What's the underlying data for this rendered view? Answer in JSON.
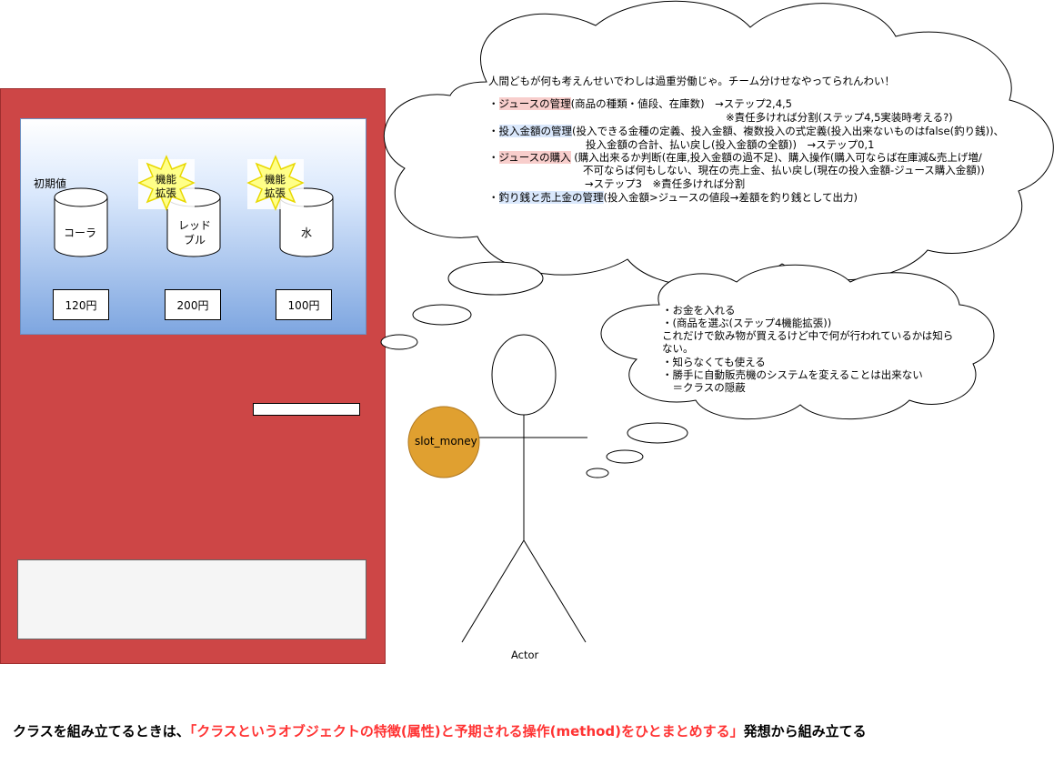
{
  "machine": {
    "initial_label": "初期値",
    "products": [
      {
        "name": "コーラ",
        "price": "120円"
      },
      {
        "name_line1": "レッド",
        "name_line2": "ブル",
        "price": "200円",
        "badge_line1": "機能",
        "badge_line2": "拡張"
      },
      {
        "name": "水",
        "price": "100円",
        "badge_line1": "機能",
        "badge_line2": "拡張"
      }
    ]
  },
  "coin": {
    "label": "slot_money"
  },
  "actor": {
    "label": "Actor"
  },
  "big_cloud": {
    "line1": "人間どもが何も考えんせいでわしは過重労働じゃ。チーム分けせなやってられんわい！",
    "item1_prefix": "・",
    "item1_hl": "ジュースの管理",
    "item1_rest": "(商品の種類・値段、在庫数)　→ステップ2,4,5",
    "item1_note": "※責任多ければ分割(ステップ4,5実装時考える?)",
    "item2_prefix": "・",
    "item2_hl": "投入金額の管理",
    "item2_rest": "(投入できる金種の定義、投入金額、複数投入の式定義(投入出来ないものはfalse(釣り銭))、",
    "item2_line2": "投入金額の合計、払い戻し(投入金額の全額))　→ステップ0,1",
    "item3_prefix": "・",
    "item3_hl": "ジュースの購入",
    "item3_rest": " (購入出来るか判断(在庫,投入金額の過不足)、購入操作(購入可ならば在庫減&売上げ増/",
    "item3_line2": "不可ならば何もしない、現在の売上金、払い戻し(現在の投入金額-ジュース購入金額))",
    "item3_line3": "→ステップ3　※責任多ければ分割",
    "item4_prefix": "・",
    "item4_hl": "釣り銭と売上金の管理",
    "item4_rest": "(投入金額>ジュースの値段→差額を釣り銭として出力)"
  },
  "small_cloud": {
    "line1": "・お金を入れる",
    "line2": "・(商品を選ぶ(ステップ4機能拡張))",
    "line3": "これだけで飲み物が買えるけど中で何が行われているかは知ら",
    "line4": "ない。",
    "line5": "・知らなくても使える",
    "line6": "・勝手に自動販売機のシステムを変えることは出来ない",
    "line7": "　＝クラスの隠蔽"
  },
  "bottom_note": {
    "part1": "クラスを組み立てるときは、",
    "part2": "「クラスというオブジェクトの特徴(属性)と予期される操作(method)をひとまとめする」",
    "part3": "発想から組み立てる"
  },
  "colors": {
    "machine": "#cd4646",
    "coin": "#e0a030",
    "highlight_red": "#f8cecc",
    "highlight_blue": "#dae8fc",
    "note_red": "#ff3333"
  }
}
